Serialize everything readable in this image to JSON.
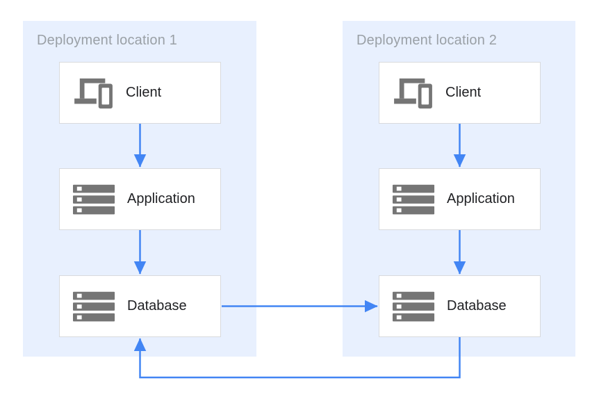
{
  "panels": [
    {
      "title": "Deployment location 1",
      "boxes": [
        {
          "label": "Client",
          "icon": "devices-icon"
        },
        {
          "label": "Application",
          "icon": "storage-icon"
        },
        {
          "label": "Database",
          "icon": "storage-icon"
        }
      ]
    },
    {
      "title": "Deployment location 2",
      "boxes": [
        {
          "label": "Client",
          "icon": "devices-icon"
        },
        {
          "label": "Application",
          "icon": "storage-icon"
        },
        {
          "label": "Database",
          "icon": "storage-icon"
        }
      ]
    }
  ],
  "connections": [
    {
      "from": "client-1",
      "to": "application-1",
      "direction": "down"
    },
    {
      "from": "application-1",
      "to": "database-1",
      "direction": "down"
    },
    {
      "from": "client-2",
      "to": "application-2",
      "direction": "down"
    },
    {
      "from": "application-2",
      "to": "database-2",
      "direction": "down"
    },
    {
      "from": "database-1",
      "to": "database-2",
      "direction": "right"
    },
    {
      "from": "database-2",
      "to": "database-1",
      "direction": "loop-bottom"
    }
  ],
  "colors": {
    "panel_background": "#e8f0fe",
    "panel_title": "#9aa0a6",
    "node_background": "#ffffff",
    "node_border": "#d8dadd",
    "node_label": "#202124",
    "icon": "#757575",
    "arrow": "#4285f4"
  }
}
